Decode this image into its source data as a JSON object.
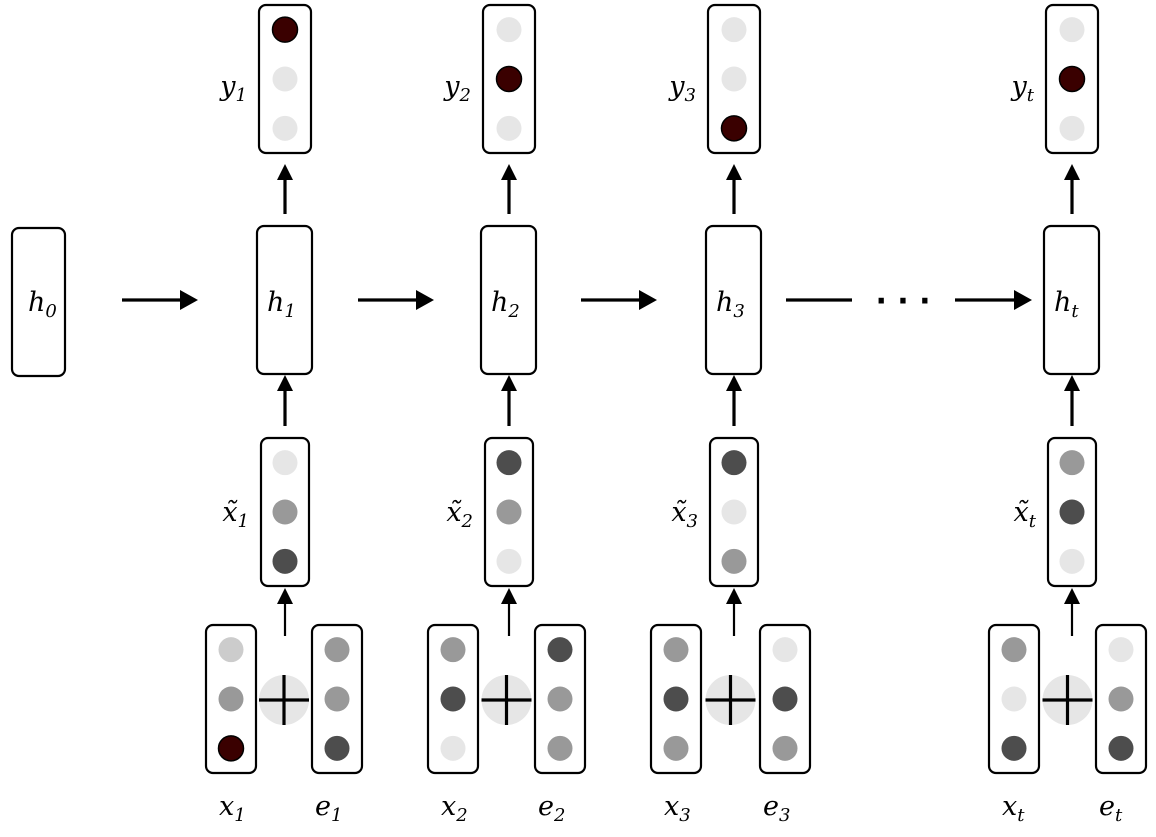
{
  "colors": {
    "dark_red": "#3a0000",
    "dark_gray": "#4d4d4d",
    "mid_gray": "#999999",
    "light_gray": "#e6e6e6",
    "very_light_gray": "#cccccc",
    "plus_bg": "#e6e6e6"
  },
  "initial_state": {
    "base": "h",
    "sub": "0"
  },
  "ellipsis": "· · ·",
  "steps": [
    {
      "output": {
        "base": "y",
        "sub": "1",
        "dots": [
          "dark_red",
          "light_gray",
          "light_gray"
        ]
      },
      "hidden": {
        "base": "h",
        "sub": "1"
      },
      "combined": {
        "base": "x̃",
        "sub": "1",
        "dots": [
          "light_gray",
          "mid_gray",
          "dark_gray"
        ]
      },
      "input": {
        "base": "x",
        "sub": "1",
        "dots": [
          "very_light_gray",
          "mid_gray",
          "dark_red"
        ]
      },
      "embed": {
        "base": "e",
        "sub": "1",
        "dots": [
          "mid_gray",
          "mid_gray",
          "dark_gray"
        ]
      }
    },
    {
      "output": {
        "base": "y",
        "sub": "2",
        "dots": [
          "light_gray",
          "dark_red",
          "light_gray"
        ]
      },
      "hidden": {
        "base": "h",
        "sub": "2"
      },
      "combined": {
        "base": "x̃",
        "sub": "2",
        "dots": [
          "dark_gray",
          "mid_gray",
          "light_gray"
        ]
      },
      "input": {
        "base": "x",
        "sub": "2",
        "dots": [
          "mid_gray",
          "dark_gray",
          "light_gray"
        ]
      },
      "embed": {
        "base": "e",
        "sub": "2",
        "dots": [
          "dark_gray",
          "mid_gray",
          "mid_gray"
        ]
      }
    },
    {
      "output": {
        "base": "y",
        "sub": "3",
        "dots": [
          "light_gray",
          "light_gray",
          "dark_red"
        ]
      },
      "hidden": {
        "base": "h",
        "sub": "3"
      },
      "combined": {
        "base": "x̃",
        "sub": "3",
        "dots": [
          "dark_gray",
          "light_gray",
          "mid_gray"
        ]
      },
      "input": {
        "base": "x",
        "sub": "3",
        "dots": [
          "mid_gray",
          "dark_gray",
          "mid_gray"
        ]
      },
      "embed": {
        "base": "e",
        "sub": "3",
        "dots": [
          "light_gray",
          "dark_gray",
          "mid_gray"
        ]
      }
    },
    {
      "output": {
        "base": "y",
        "sub": "t",
        "dots": [
          "light_gray",
          "dark_red",
          "light_gray"
        ]
      },
      "hidden": {
        "base": "h",
        "sub": "t"
      },
      "combined": {
        "base": "x̃",
        "sub": "t",
        "dots": [
          "mid_gray",
          "dark_gray",
          "light_gray"
        ]
      },
      "input": {
        "base": "x",
        "sub": "t",
        "dots": [
          "mid_gray",
          "light_gray",
          "dark_gray"
        ]
      },
      "embed": {
        "base": "e",
        "sub": "t",
        "dots": [
          "light_gray",
          "mid_gray",
          "dark_gray"
        ]
      }
    }
  ]
}
